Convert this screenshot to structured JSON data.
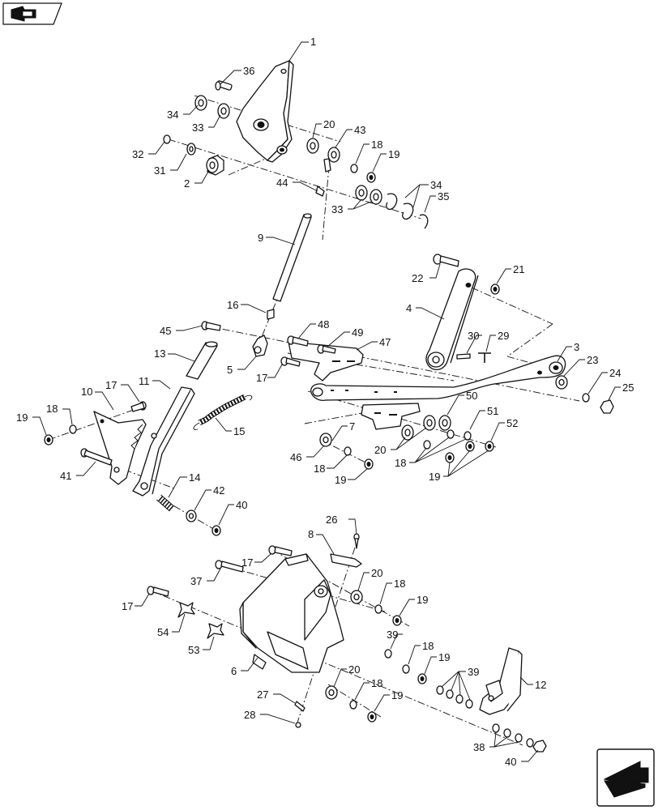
{
  "diagram": {
    "callouts": [
      {
        "id": "c1",
        "label": "1"
      },
      {
        "id": "c2",
        "label": "2"
      },
      {
        "id": "c3",
        "label": "3"
      },
      {
        "id": "c4",
        "label": "4"
      },
      {
        "id": "c5",
        "label": "5"
      },
      {
        "id": "c6",
        "label": "6"
      },
      {
        "id": "c7",
        "label": "7"
      },
      {
        "id": "c8",
        "label": "8"
      },
      {
        "id": "c9",
        "label": "9"
      },
      {
        "id": "c10",
        "label": "10"
      },
      {
        "id": "c11",
        "label": "11"
      },
      {
        "id": "c12",
        "label": "12"
      },
      {
        "id": "c13",
        "label": "13"
      },
      {
        "id": "c14",
        "label": "14"
      },
      {
        "id": "c15",
        "label": "15"
      },
      {
        "id": "c16",
        "label": "16"
      },
      {
        "id": "c17a",
        "label": "17"
      },
      {
        "id": "c17b",
        "label": "17"
      },
      {
        "id": "c17c",
        "label": "17"
      },
      {
        "id": "c17d",
        "label": "17"
      },
      {
        "id": "c18a",
        "label": "18"
      },
      {
        "id": "c18b",
        "label": "18"
      },
      {
        "id": "c18c",
        "label": "18"
      },
      {
        "id": "c18d",
        "label": "18"
      },
      {
        "id": "c18e",
        "label": "18"
      },
      {
        "id": "c18f",
        "label": "18"
      },
      {
        "id": "c18g",
        "label": "18"
      },
      {
        "id": "c19a",
        "label": "19"
      },
      {
        "id": "c19b",
        "label": "19"
      },
      {
        "id": "c19c",
        "label": "19"
      },
      {
        "id": "c19d",
        "label": "19"
      },
      {
        "id": "c19e",
        "label": "19"
      },
      {
        "id": "c19f",
        "label": "19"
      },
      {
        "id": "c19g",
        "label": "19"
      },
      {
        "id": "c20a",
        "label": "20"
      },
      {
        "id": "c20b",
        "label": "20"
      },
      {
        "id": "c20c",
        "label": "20"
      },
      {
        "id": "c20d",
        "label": "20"
      },
      {
        "id": "c21",
        "label": "21"
      },
      {
        "id": "c22",
        "label": "22"
      },
      {
        "id": "c23",
        "label": "23"
      },
      {
        "id": "c24",
        "label": "24"
      },
      {
        "id": "c25",
        "label": "25"
      },
      {
        "id": "c26",
        "label": "26"
      },
      {
        "id": "c27",
        "label": "27"
      },
      {
        "id": "c28",
        "label": "28"
      },
      {
        "id": "c29",
        "label": "29"
      },
      {
        "id": "c30",
        "label": "30"
      },
      {
        "id": "c31",
        "label": "31"
      },
      {
        "id": "c32",
        "label": "32"
      },
      {
        "id": "c33a",
        "label": "33"
      },
      {
        "id": "c33b",
        "label": "33"
      },
      {
        "id": "c34a",
        "label": "34"
      },
      {
        "id": "c34b",
        "label": "34"
      },
      {
        "id": "c35",
        "label": "35"
      },
      {
        "id": "c36",
        "label": "36"
      },
      {
        "id": "c37",
        "label": "37"
      },
      {
        "id": "c38",
        "label": "38"
      },
      {
        "id": "c39a",
        "label": "39"
      },
      {
        "id": "c39b",
        "label": "39"
      },
      {
        "id": "c40a",
        "label": "40"
      },
      {
        "id": "c40b",
        "label": "40"
      },
      {
        "id": "c41",
        "label": "41"
      },
      {
        "id": "c42",
        "label": "42"
      },
      {
        "id": "c43",
        "label": "43"
      },
      {
        "id": "c44",
        "label": "44"
      },
      {
        "id": "c45",
        "label": "45"
      },
      {
        "id": "c46",
        "label": "46"
      },
      {
        "id": "c47",
        "label": "47"
      },
      {
        "id": "c48",
        "label": "48"
      },
      {
        "id": "c49",
        "label": "49"
      },
      {
        "id": "c50",
        "label": "50"
      },
      {
        "id": "c51",
        "label": "51"
      },
      {
        "id": "c52",
        "label": "52"
      },
      {
        "id": "c53",
        "label": "53"
      },
      {
        "id": "c54",
        "label": "54"
      }
    ]
  },
  "icons": {
    "top_left": "parts-catalog-nav-icon",
    "bottom_right": "next-page-arrow-icon"
  }
}
